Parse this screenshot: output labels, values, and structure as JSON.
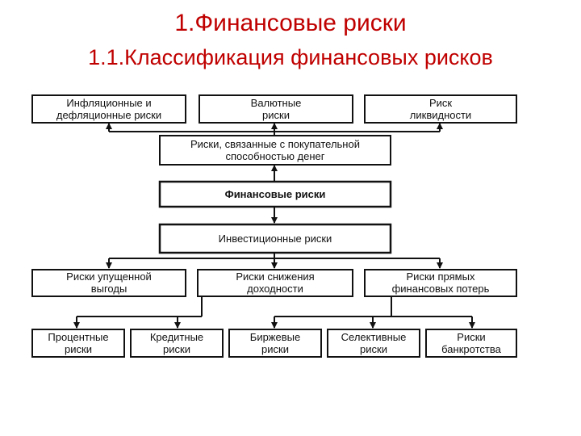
{
  "header": {
    "title": "1.Финансовые риски",
    "subtitle": "1.1.Классификация финансовых рисков"
  },
  "colors": {
    "title": "#c00000",
    "line": "#111111"
  },
  "nodes": {
    "inflation": {
      "line1": "Инфляционные и",
      "line2": "дефляционные риски"
    },
    "currency": {
      "line1": "Валютные",
      "line2": "риски"
    },
    "liquidity": {
      "line1": "Риск",
      "line2": "ликвидности"
    },
    "purchasing": {
      "line1": "Риски, связанные с покупательной",
      "line2": "способностью денег"
    },
    "financial": {
      "line1": "Финансовые риски"
    },
    "investment": {
      "line1": "Инвестиционные риски"
    },
    "lost_profit": {
      "line1": "Риски упущенной",
      "line2": "выгоды"
    },
    "yield_drop": {
      "line1": "Риски снижения",
      "line2": "доходности"
    },
    "direct_loss": {
      "line1": "Риски прямых",
      "line2": "финансовых потерь"
    },
    "interest": {
      "line1": "Процентные",
      "line2": "риски"
    },
    "credit": {
      "line1": "Кредитные",
      "line2": "риски"
    },
    "exchange": {
      "line1": "Биржевые",
      "line2": "риски"
    },
    "selective": {
      "line1": "Селективные",
      "line2": "риски"
    },
    "bankruptcy": {
      "line1": "Риски",
      "line2": "банкротства"
    }
  }
}
